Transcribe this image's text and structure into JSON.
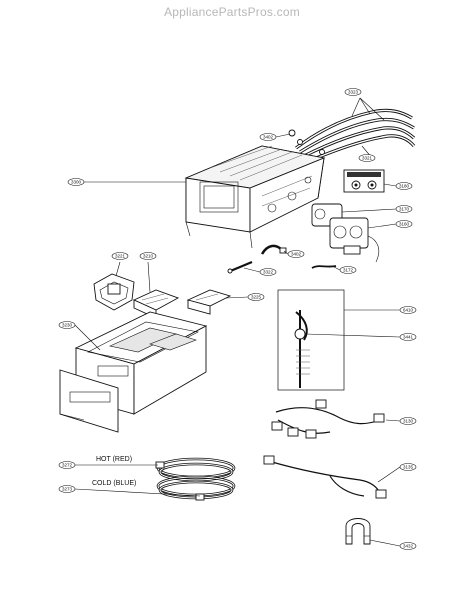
{
  "watermark": "AppliancePartsPros.com",
  "hose_labels": {
    "hot": "HOT (RED)",
    "cold": "COLD (BLUE)"
  },
  "callouts": [
    {
      "id": "c-3323",
      "text": "3323"
    },
    {
      "id": "c-3402",
      "text": "3402"
    },
    {
      "id": "c-3321",
      "text": "3321"
    },
    {
      "id": "c-3300",
      "text": "3300"
    },
    {
      "id": "c-3180",
      "text": "3180"
    },
    {
      "id": "c-3170",
      "text": "3170"
    },
    {
      "id": "c-3160",
      "text": "3160"
    },
    {
      "id": "c-3221",
      "text": "3221"
    },
    {
      "id": "c-3210",
      "text": "3210"
    },
    {
      "id": "c-3402b",
      "text": "3402"
    },
    {
      "id": "c-3322",
      "text": "3322"
    },
    {
      "id": "c-3172",
      "text": "3172"
    },
    {
      "id": "c-3225",
      "text": "3225"
    },
    {
      "id": "c-3230",
      "text": "3230"
    },
    {
      "id": "c-6410",
      "text": "6410"
    },
    {
      "id": "c-3441",
      "text": "3441"
    },
    {
      "id": "c-3130",
      "text": "3130"
    },
    {
      "id": "c-3272",
      "text": "3272"
    },
    {
      "id": "c-3273",
      "text": "3273"
    },
    {
      "id": "c-3135",
      "text": "3135"
    },
    {
      "id": "c-3432",
      "text": "3432"
    }
  ]
}
